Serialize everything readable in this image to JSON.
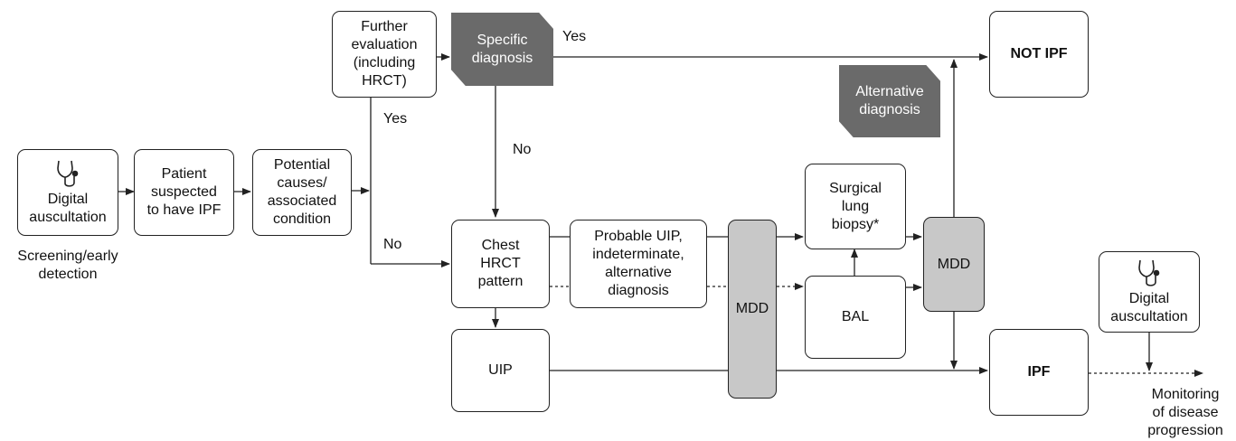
{
  "nodes": {
    "digital_auscultation_1": "Digital\nauscultation",
    "screening_label": "Screening/early\ndetection",
    "patient_suspected": "Patient\nsuspected\nto have IPF",
    "potential_causes": "Potential\ncauses/\nassociated\ncondition",
    "further_evaluation": "Further\nevaluation\n(including\nHRCT)",
    "specific_diagnosis": "Specific\ndiagnosis",
    "not_ipf": "NOT IPF",
    "alternative_diagnosis": "Alternative\ndiagnosis",
    "chest_hrct": "Chest\nHRCT\npattern",
    "probable_uip": "Probable UIP,\nindeterminate,\nalternative\ndiagnosis",
    "mdd_1": "MDD",
    "surgical_biopsy": "Surgical\nlung\nbiopsy*",
    "bal": "BAL",
    "mdd_2": "MDD",
    "uip": "UIP",
    "ipf": "IPF",
    "digital_auscultation_2": "Digital\nauscultation",
    "monitoring": "Monitoring\nof disease\nprogression"
  },
  "edge_labels": {
    "yes_top": "Yes",
    "yes_left": "Yes",
    "no_middle": "No",
    "no_left": "No"
  },
  "icons": [
    "stethoscope-icon"
  ],
  "colors": {
    "gray_box": "#c8c8c8",
    "dark_hex": "#6a6a6a"
  }
}
